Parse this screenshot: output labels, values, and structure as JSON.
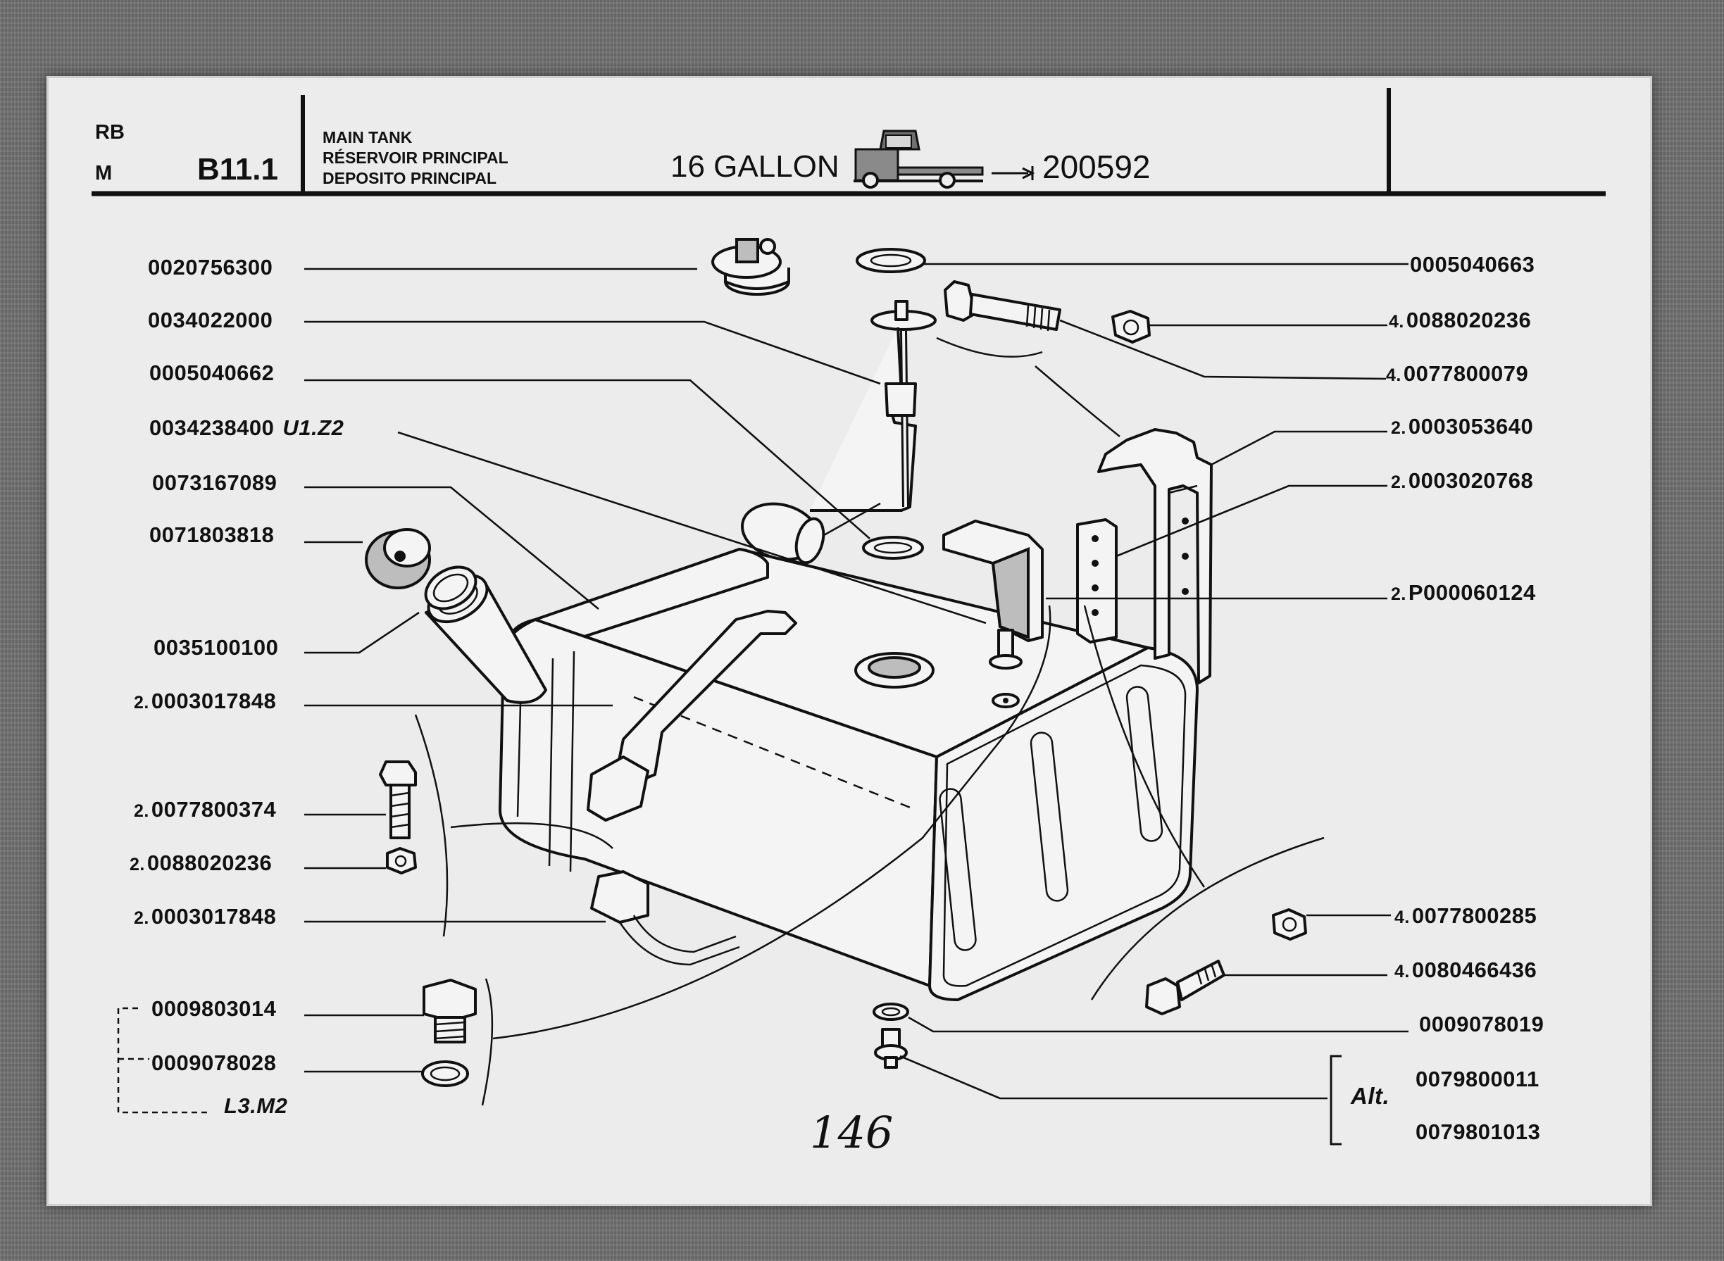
{
  "header": {
    "model_top": "RB",
    "model_bottom": "M",
    "section": "B11.1",
    "title_en": "MAIN TANK",
    "title_fr": "RÉSERVOIR PRINCIPAL",
    "title_es": "DEPOSITO PRINCIPAL",
    "capacity": "16 GALLON",
    "serial_from": "200592"
  },
  "left_parts": [
    {
      "qty": "",
      "code": "0020756300",
      "ref": ""
    },
    {
      "qty": "",
      "code": "0034022000",
      "ref": ""
    },
    {
      "qty": "",
      "code": "0005040662",
      "ref": ""
    },
    {
      "qty": "",
      "code": "0034238400",
      "ref": "U1.Z2"
    },
    {
      "qty": "",
      "code": "0073167089",
      "ref": ""
    },
    {
      "qty": "",
      "code": "0071803818",
      "ref": ""
    },
    {
      "qty": "",
      "code": "0035100100",
      "ref": ""
    },
    {
      "qty": "2.",
      "code": "0003017848",
      "ref": ""
    },
    {
      "qty": "2.",
      "code": "0077800374",
      "ref": ""
    },
    {
      "qty": "2.",
      "code": "0088020236",
      "ref": ""
    },
    {
      "qty": "2.",
      "code": "0003017848",
      "ref": ""
    },
    {
      "qty": "",
      "code": "0009803014",
      "ref": ""
    },
    {
      "qty": "",
      "code": "0009078028",
      "ref": ""
    }
  ],
  "left_group_ref": "L3.M2",
  "right_parts": [
    {
      "qty": "",
      "code": "0005040663"
    },
    {
      "qty": "4.",
      "code": "0088020236"
    },
    {
      "qty": "4.",
      "code": "0077800079"
    },
    {
      "qty": "2.",
      "code": "0003053640"
    },
    {
      "qty": "2.",
      "code": "0003020768"
    },
    {
      "qty": "2.",
      "code": "P000060124"
    },
    {
      "qty": "4.",
      "code": "0077800285"
    },
    {
      "qty": "4.",
      "code": "0080466436"
    },
    {
      "qty": "",
      "code": "0009078019"
    },
    {
      "qty": "",
      "code": "0079800011"
    },
    {
      "qty": "",
      "code": "0079801013"
    }
  ],
  "alt_label": "Alt.",
  "page_number": "146"
}
